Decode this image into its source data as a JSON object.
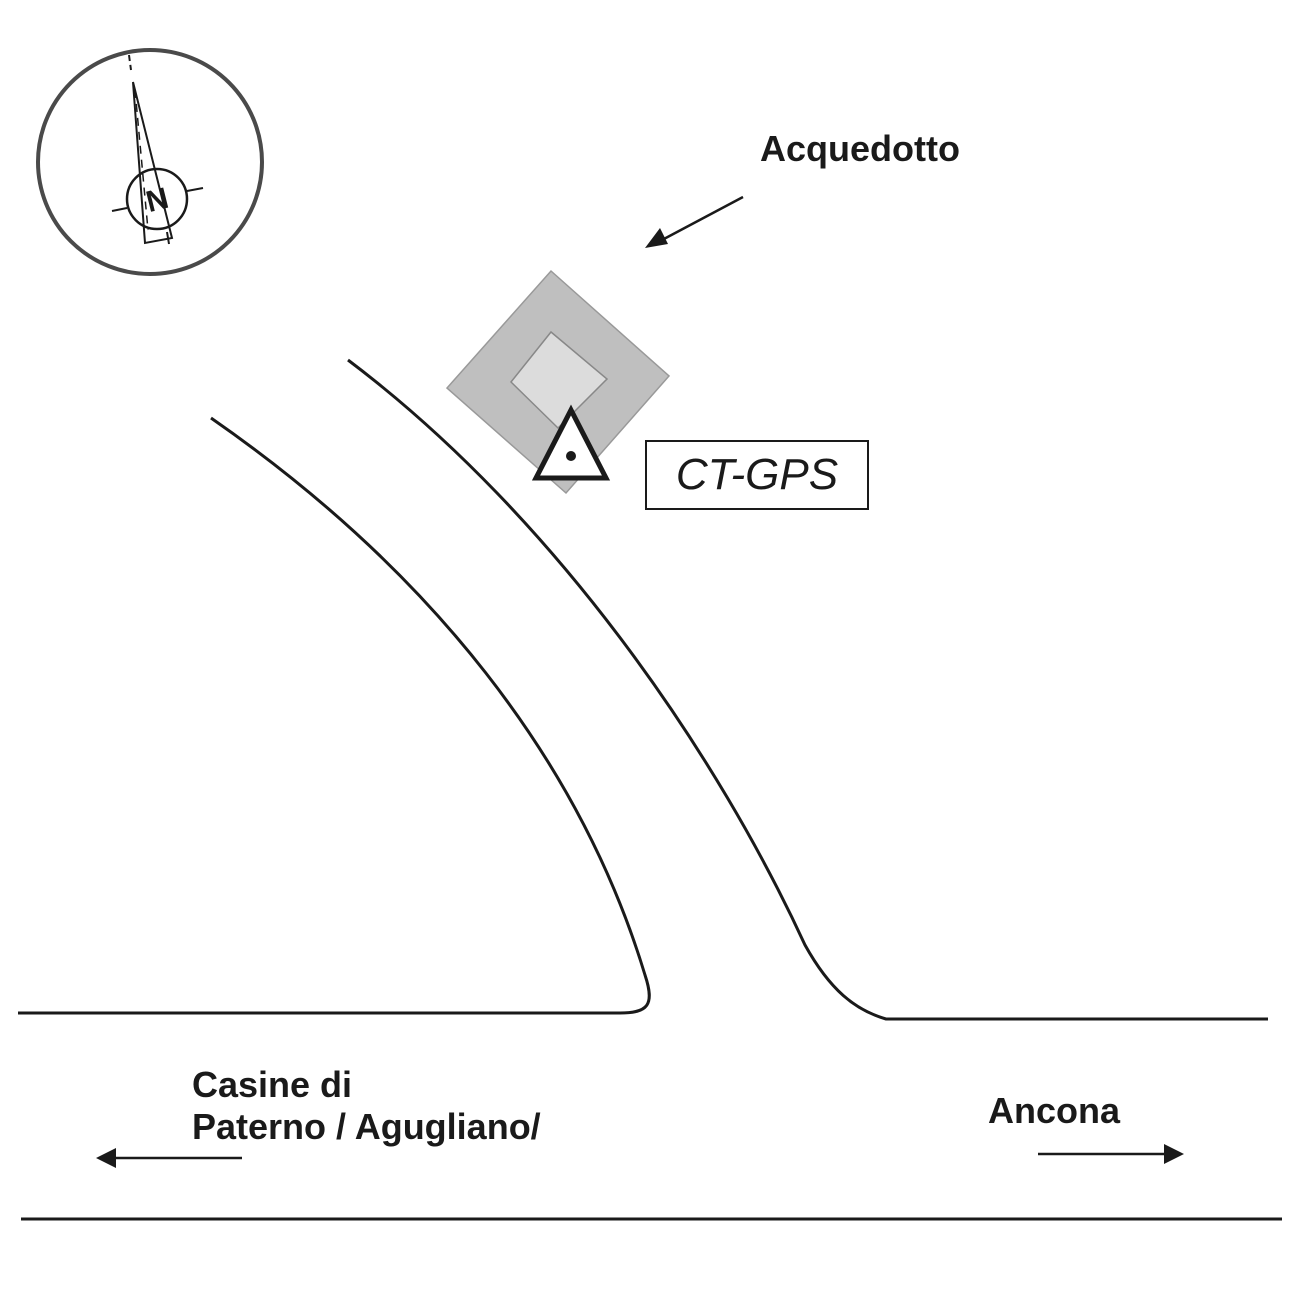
{
  "labels": {
    "aqueduct": "Acquedotto",
    "station": "CT-GPS",
    "west_destination_line1": "Casine di",
    "west_destination_line2": "Paterno / Agugliano/",
    "east_destination": "Ancona"
  },
  "icons": {
    "north_arrow": "compass-north-icon",
    "station_marker": "triangle-benchmark-icon",
    "aqueduct_building": "building-icon"
  },
  "compass": {
    "letter": "N"
  },
  "colors": {
    "ink": "#1a1a1a",
    "building_outer": "#bfbfbf",
    "building_inner": "#dcdcdc"
  }
}
